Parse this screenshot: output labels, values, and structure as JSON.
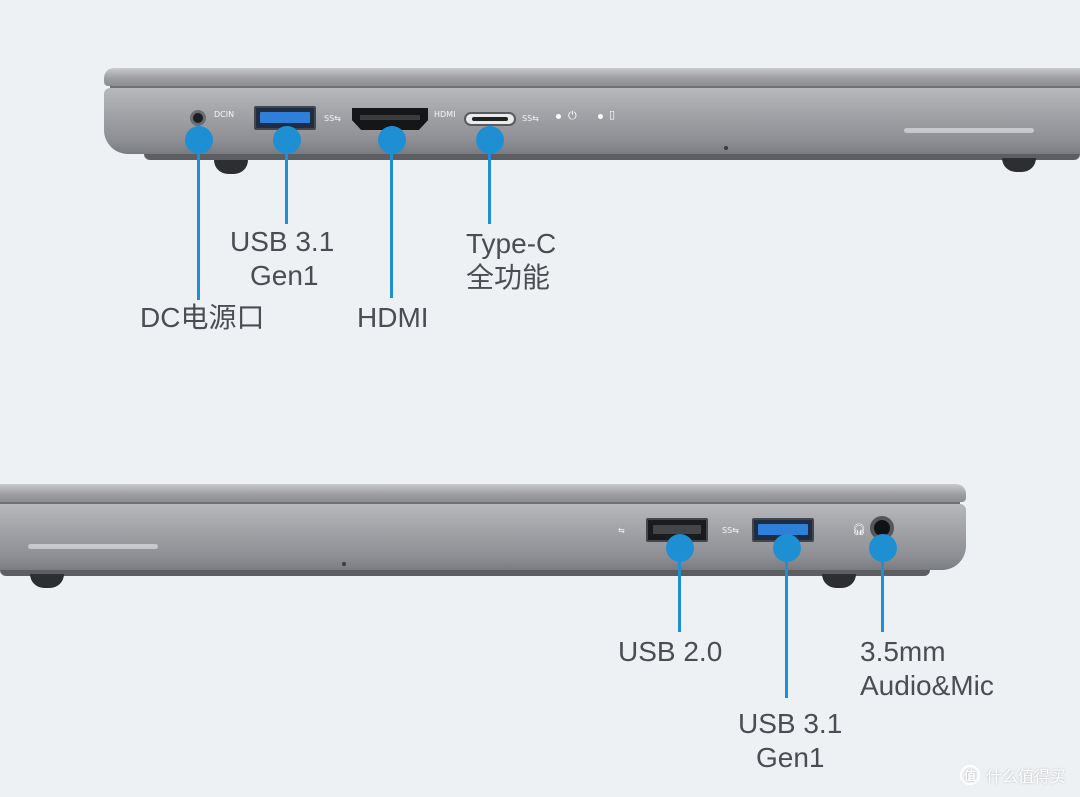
{
  "top_view": {
    "labels": {
      "dc": "DC电源口",
      "usb31_line1": "USB 3.1",
      "usb31_line2": "Gen1",
      "hdmi": "HDMI",
      "typec_line1": "Type-C",
      "typec_line2": "全功能"
    },
    "port_marks": {
      "dc": "DCIN",
      "hdmi": "HDMI",
      "ss": "SS⇆"
    }
  },
  "bottom_view": {
    "labels": {
      "usb20": "USB 2.0",
      "usb31_line1": "USB 3.1",
      "usb31_line2": "Gen1",
      "audio_line1": "3.5mm",
      "audio_line2": "Audio&Mic"
    },
    "port_marks": {
      "usb": "⇆",
      "ss": "SS⇆"
    }
  },
  "watermark": {
    "text": "什么值得买",
    "logo": "值"
  },
  "colors": {
    "callout": "#1f8fd3",
    "usb3": "#2e7fd8",
    "background": "#eef1f4",
    "label_text": "#4a4d52"
  }
}
